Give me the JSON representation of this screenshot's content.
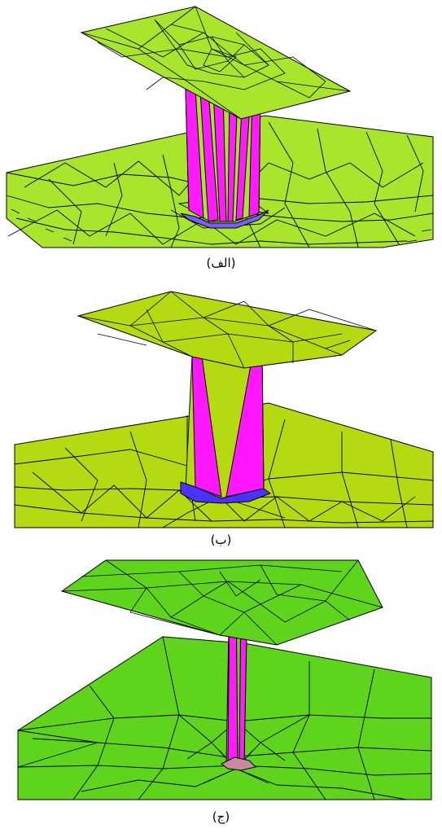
{
  "figure": {
    "panels": [
      {
        "id": "alef",
        "caption": "(الف)",
        "plate_color": "#a9e52d",
        "column_color": "#ff1aff",
        "base_color": "#7a5cff"
      },
      {
        "id": "be",
        "caption": "(ب)",
        "plate_color": "#b6da12",
        "column_color": "#ff17ff",
        "base_color": "#4a33ff"
      },
      {
        "id": "jim",
        "caption": "(ج)",
        "plate_color": "#5fd41d",
        "column_color": "#ff1aff",
        "base_color": "#c98aa0"
      }
    ]
  }
}
